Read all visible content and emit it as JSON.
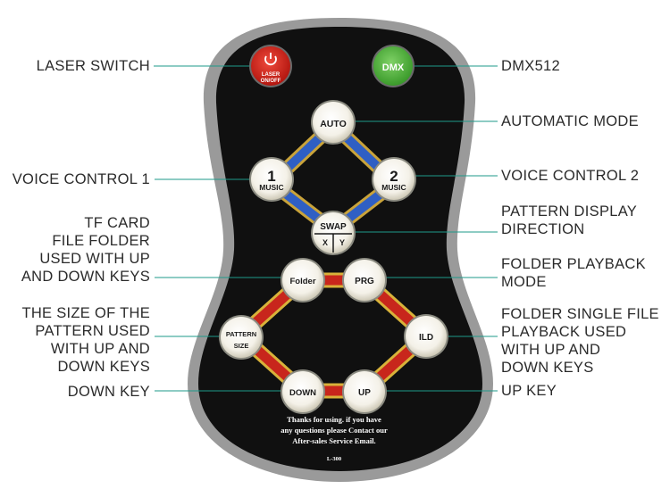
{
  "remote": {
    "buttons": {
      "laser": {
        "icon": "power-icon",
        "line1": "LASER",
        "line2": "ON/OFF",
        "color": "#d3261f"
      },
      "dmx": {
        "label": "DMX",
        "color": "#4fb33a"
      },
      "auto": "AUTO",
      "music1": {
        "num": "1",
        "label": "MUSIC"
      },
      "music2": {
        "num": "2",
        "label": "MUSIC"
      },
      "swap": {
        "label": "SWAP",
        "x": "X",
        "y": "Y"
      },
      "folder": "Folder",
      "prg": "PRG",
      "pattern": {
        "line1": "PATTERN",
        "line2": "SIZE"
      },
      "ild": "ILD",
      "down": "DOWN",
      "up": "UP"
    },
    "footer_note": [
      "Thanks for using. if you have",
      "any questions please Contact our",
      "After-sales Service Email."
    ],
    "model": "L-300",
    "colors": {
      "body": "#0f0f0f",
      "rim": "#9a9a9a",
      "blue_path": "#2f5fc4",
      "red_path": "#c8261c",
      "path_border": "#d8b23a",
      "leader": "#1e9a8a"
    }
  },
  "callouts": {
    "laser_switch": "LASER SWITCH",
    "dmx512": "DMX512",
    "automatic_mode": "AUTOMATIC MODE",
    "voice_control_1": "VOICE CONTROL 1",
    "voice_control_2": "VOICE CONTROL 2",
    "tf_card": "TF CARD\nFILE FOLDER\nUSED WITH UP\nAND DOWN KEYS",
    "pattern_display": "PATTERN DISPLAY\nDIRECTION",
    "folder_playback": "FOLDER PLAYBACK\nMODE",
    "size_pattern": "THE SIZE OF THE\nPATTERN USED\nWITH UP AND\nDOWN KEYS",
    "folder_single": "FOLDER SINGLE FILE\nPLAYBACK USED\nWITH UP AND\nDOWN KEYS",
    "down_key": "DOWN KEY",
    "up_key": "UP KEY"
  }
}
